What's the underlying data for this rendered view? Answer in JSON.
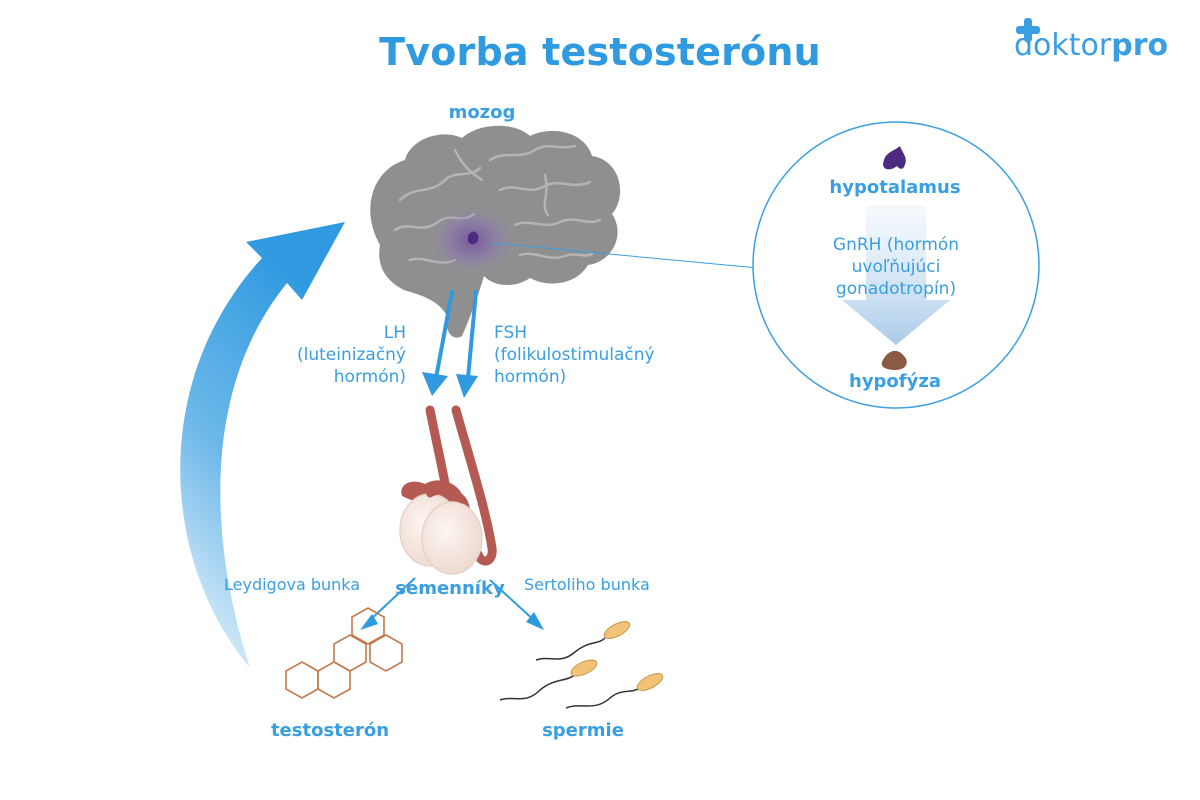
{
  "title": "Tvorba testosterónu",
  "logo": {
    "main": "doktor",
    "accent": "pro"
  },
  "labels": {
    "mozog": "mozog",
    "lh_1": "LH",
    "lh_2": "(luteinizačný",
    "lh_3": "hormón)",
    "fsh_1": "FSH",
    "fsh_2": "(folikulostimulačný",
    "fsh_3": "hormón)",
    "semenniky": "semenníky",
    "leydig": "Leydigova bunka",
    "sertoli": "Sertoliho bunka",
    "testosteron": "testosterón",
    "spermie": "spermie"
  },
  "inset": {
    "hypotalamus": "hypotalamus",
    "gnrh_1": "GnRH (hormón",
    "gnrh_2": "uvoľňujúci",
    "gnrh_3": "gonadotropín)",
    "hypofyza": "hypofýza"
  },
  "colors": {
    "accent": "#2f9ae0",
    "brain": "#8f8f8f",
    "hypothalamus": "#4b2a80",
    "testis_duct": "#b55a52",
    "testis": "#f5e6df",
    "molecule": "#c27a4b",
    "sperm_head": "#f2c276"
  },
  "icons": [
    "brain-icon",
    "testes-icon",
    "testosterone-molecule-icon",
    "sperm-icon",
    "hypothalamus-icon",
    "pituitary-icon",
    "plus-icon"
  ]
}
